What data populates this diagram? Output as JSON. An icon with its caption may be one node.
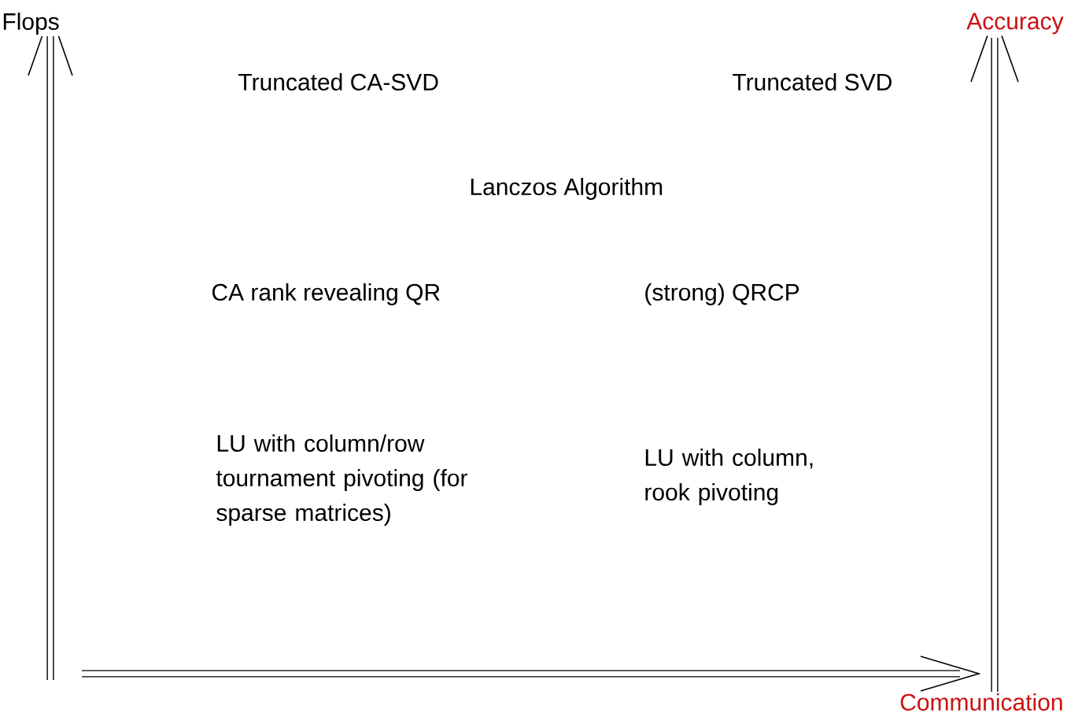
{
  "diagram": {
    "labels": [
      "Flops",
      "Accuracy",
      "Truncated CA-SVD",
      "Truncated SVD",
      "Lanczos Algorithm",
      "CA rank revealing QR",
      "(strong) QRCP",
      "LU with column/row tournament pivoting (for sparse matrices)",
      "LU with column, rook pivoting",
      "Communication"
    ]
  }
}
